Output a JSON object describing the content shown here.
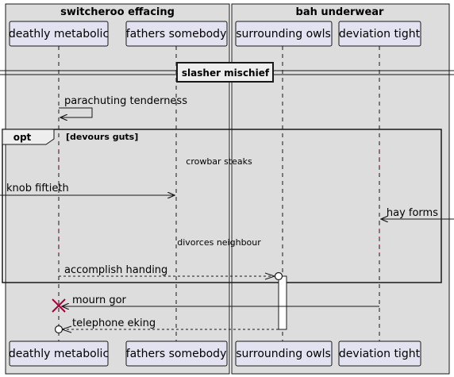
{
  "boxes": [
    {
      "title": "switcheroo effacing"
    },
    {
      "title": "bah underwear"
    }
  ],
  "participants": [
    {
      "label": "deathly metabolic"
    },
    {
      "label": "fathers somebody"
    },
    {
      "label": "surrounding owls"
    },
    {
      "label": "deviation tight"
    }
  ],
  "divider": {
    "label": "slasher mischief"
  },
  "fragment": {
    "keyword": "opt",
    "condition": "[devours guts]"
  },
  "messages": [
    {
      "label": "parachuting tenderness"
    },
    {
      "label": "knob fiftieth"
    },
    {
      "label": "hay forms"
    },
    {
      "label": "accomplish handing"
    },
    {
      "label": "mourn gor"
    },
    {
      "label": "telephone eking"
    }
  ],
  "delays": [
    {
      "label": "crowbar steaks"
    },
    {
      "label": "divorces neighbour"
    }
  ],
  "colors": {
    "box_fill": "#dddddd",
    "participant_fill": "#e2e2f0",
    "participant_border": "#181818",
    "destroy": "#a80036"
  }
}
